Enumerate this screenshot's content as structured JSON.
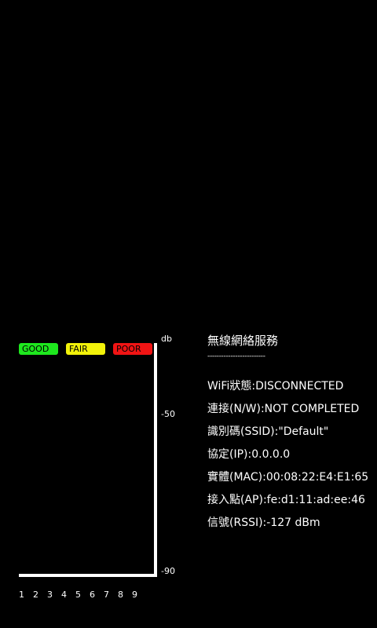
{
  "legend": {
    "good": {
      "label": "GOOD",
      "color": "#1ee81e"
    },
    "fair": {
      "label": "FAIR",
      "color": "#f2f20a"
    },
    "poor": {
      "label": "POOR",
      "color": "#f01414"
    }
  },
  "chart": {
    "unit": "db",
    "y_ticks": [
      "-50",
      "-90"
    ],
    "x_labels": [
      "1",
      "2",
      "3",
      "4",
      "5",
      "6",
      "7",
      "8",
      "9"
    ]
  },
  "info": {
    "title": "無線網絡服務",
    "divider": "-------------------------",
    "wifi_status": "WiFi狀態:DISCONNECTED",
    "connection": "連接(N/W):NOT COMPLETED",
    "ssid": "識別碼(SSID):\"Default\"",
    "ip": "協定(IP):0.0.0.0",
    "mac": "實體(MAC):00:08:22:E4:E1:65",
    "ap": "接入點(AP):fe:d1:11:ad:ee:46",
    "rssi": "信號(RSSI):-127 dBm"
  }
}
